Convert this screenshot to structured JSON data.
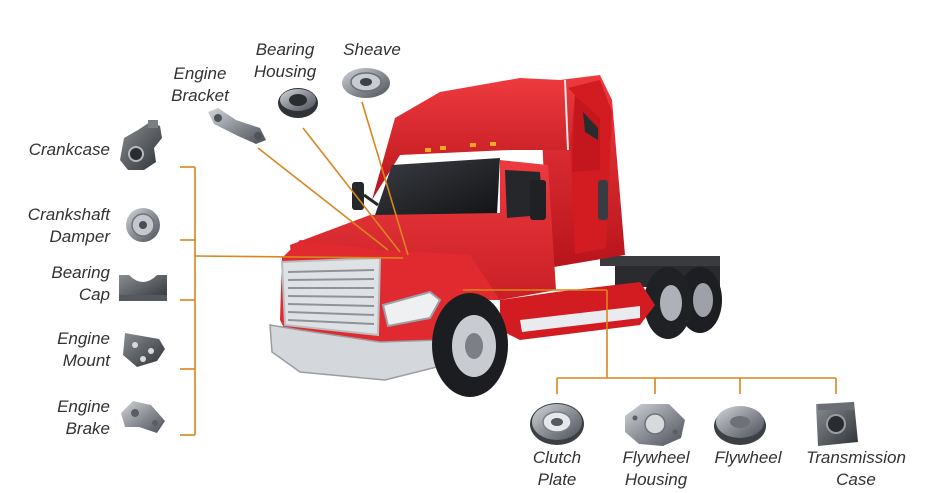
{
  "colors": {
    "leader_line": "#d9861c",
    "truck_body": "#d81f26",
    "label_text": "#333333",
    "part_metal": "#8c9096"
  },
  "parts": {
    "engine_bracket": {
      "line1": "Engine",
      "line2": "Bracket",
      "icon": "engine-bracket-icon"
    },
    "bearing_housing": {
      "line1": "Bearing",
      "line2": "Housing",
      "icon": "bearing-housing-icon"
    },
    "sheave": {
      "line1": "Sheave",
      "icon": "sheave-icon"
    },
    "crankcase": {
      "line1": "Crankcase",
      "icon": "crankcase-icon"
    },
    "crankshaft_damper": {
      "line1": "Crankshaft",
      "line2": "Damper",
      "icon": "crankshaft-damper-icon"
    },
    "bearing_cap": {
      "line1": "Bearing",
      "line2": "Cap",
      "icon": "bearing-cap-icon"
    },
    "engine_mount": {
      "line1": "Engine",
      "line2": "Mount",
      "icon": "engine-mount-icon"
    },
    "engine_brake": {
      "line1": "Engine",
      "line2": "Brake",
      "icon": "engine-brake-icon"
    },
    "clutch_plate": {
      "line1": "Clutch",
      "line2": "Plate",
      "icon": "clutch-plate-icon"
    },
    "flywheel_housing": {
      "line1": "Flywheel",
      "line2": "Housing",
      "icon": "flywheel-housing-icon"
    },
    "flywheel": {
      "line1": "Flywheel",
      "icon": "flywheel-icon"
    },
    "transmission_case": {
      "line1": "Transmission",
      "line2": "Case",
      "icon": "transmission-case-icon"
    }
  },
  "truck": {
    "icon": "semi-truck-illustration"
  }
}
